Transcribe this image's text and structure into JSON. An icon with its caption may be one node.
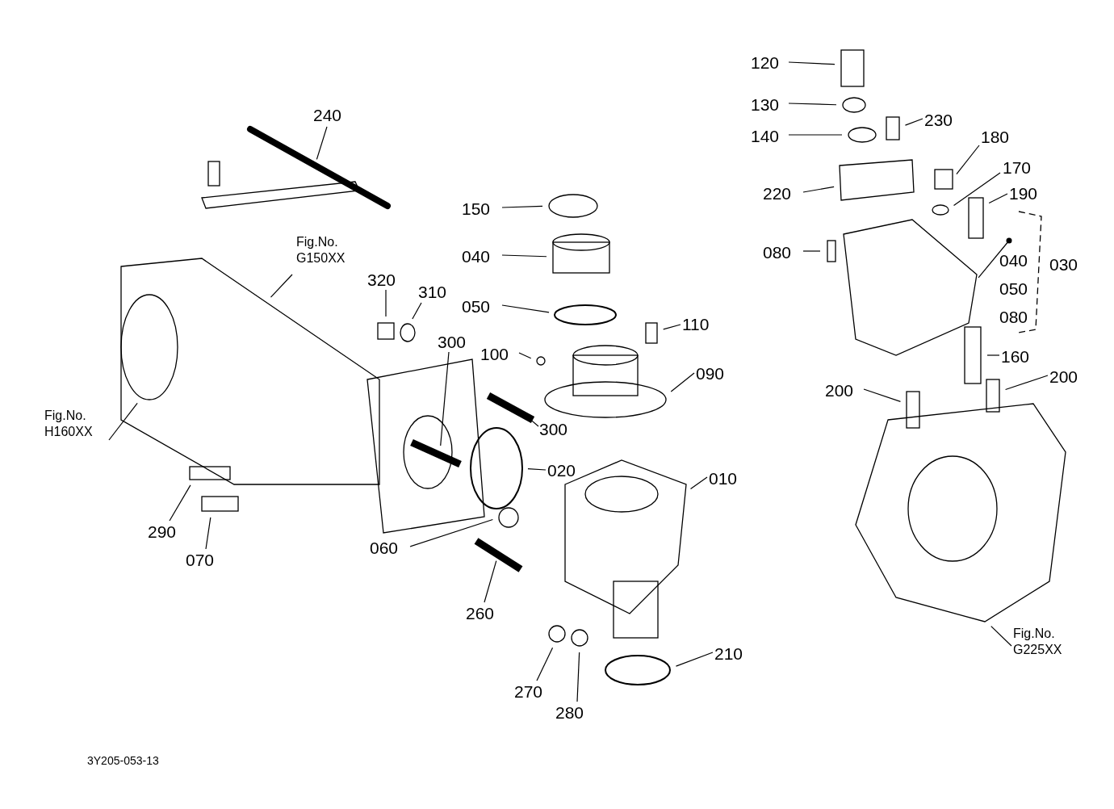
{
  "diagram": {
    "nodes": [
      {
        "text": [
          "120"
        ]
      },
      {
        "text": [
          "130"
        ]
      },
      {
        "text": [
          "140"
        ]
      },
      {
        "text": [
          "230"
        ]
      },
      {
        "text": [
          "240"
        ]
      },
      {
        "text": [
          "180"
        ]
      },
      {
        "text": [
          "170"
        ]
      },
      {
        "text": [
          "220"
        ]
      },
      {
        "text": [
          "190"
        ]
      },
      {
        "text": [
          "150"
        ]
      },
      {
        "text": [
          "Fig.No. G150XX"
        ]
      },
      {
        "text": [
          "080"
        ]
      },
      {
        "text": [
          "040",
          "050",
          "080"
        ]
      },
      {
        "text": [
          "040"
        ]
      },
      {
        "text": [
          "320"
        ]
      },
      {
        "text": [
          "310"
        ]
      },
      {
        "text": [
          "050"
        ]
      },
      {
        "text": [
          "110"
        ]
      },
      {
        "text": [
          "300"
        ]
      },
      {
        "text": [
          "100"
        ]
      },
      {
        "text": [
          "160"
        ]
      },
      {
        "text": [
          "200"
        ]
      },
      {
        "text": [
          "090"
        ]
      },
      {
        "text": [
          "300"
        ]
      },
      {
        "text": [
          "200"
        ]
      },
      {
        "text": [
          "Fig.No. H160XX"
        ]
      },
      {
        "text": [
          "010"
        ]
      },
      {
        "text": [
          "020"
        ]
      },
      {
        "text": [
          "290"
        ]
      },
      {
        "text": [
          "060"
        ]
      },
      {
        "text": [
          "070"
        ]
      },
      {
        "text": [
          "260"
        ]
      },
      {
        "text": [
          "Fig.No. G225XX"
        ]
      },
      {
        "text": [
          "210"
        ]
      },
      {
        "text": [
          "270"
        ]
      },
      {
        "text": [
          "280"
        ]
      }
    ],
    "edges": [
      {
        "from": 0,
        "to": null,
        "arrow": "none"
      },
      {
        "from": 1,
        "to": null,
        "arrow": "none"
      },
      {
        "from": 2,
        "to": null,
        "arrow": "none"
      },
      {
        "from": 3,
        "to": null,
        "arrow": "none"
      },
      {
        "from": 4,
        "to": null,
        "arrow": "none"
      },
      {
        "from": 5,
        "to": null,
        "arrow": "none"
      },
      {
        "from": 6,
        "to": null,
        "arrow": "none"
      },
      {
        "from": 7,
        "to": null,
        "arrow": "none"
      },
      {
        "from": 8,
        "to": null,
        "arrow": "none"
      },
      {
        "from": 9,
        "to": null,
        "arrow": "none"
      },
      {
        "from": 10,
        "to": null,
        "arrow": "none"
      },
      {
        "from": 11,
        "to": null,
        "arrow": "none"
      },
      {
        "from": 12,
        "to": null,
        "arrow": "other"
      },
      {
        "from": 13,
        "to": null,
        "arrow": "none"
      },
      {
        "from": 14,
        "to": null,
        "arrow": "none"
      },
      {
        "from": 15,
        "to": null,
        "arrow": "none"
      },
      {
        "from": 16,
        "to": null,
        "arrow": "none"
      },
      {
        "from": 17,
        "to": null,
        "arrow": "none"
      },
      {
        "from": 18,
        "to": null,
        "arrow": "none"
      },
      {
        "from": 19,
        "to": null,
        "arrow": "none"
      },
      {
        "from": 20,
        "to": null,
        "arrow": "none"
      },
      {
        "from": 21,
        "to": null,
        "arrow": "none"
      },
      {
        "from": 22,
        "to": null,
        "arrow": "none"
      },
      {
        "from": 23,
        "to": null,
        "arrow": "none"
      },
      {
        "from": 24,
        "to": null,
        "arrow": "none"
      },
      {
        "from": 25,
        "to": null,
        "arrow": "none"
      },
      {
        "from": 26,
        "to": null,
        "arrow": "none"
      },
      {
        "from": 27,
        "to": null,
        "arrow": "none"
      },
      {
        "from": 28,
        "to": null,
        "arrow": "none"
      },
      {
        "from": 29,
        "to": null,
        "arrow": "none"
      },
      {
        "from": 30,
        "to": null,
        "arrow": "none"
      },
      {
        "from": 31,
        "to": null,
        "arrow": "none"
      },
      {
        "from": 32,
        "to": null,
        "arrow": "none"
      },
      {
        "from": 33,
        "to": null,
        "arrow": "none"
      },
      {
        "from": 34,
        "to": null,
        "arrow": "none"
      },
      {
        "from": 35,
        "to": null,
        "arrow": "none"
      }
    ],
    "labels": [
      "030",
      "3Y205-053-13"
    ]
  }
}
